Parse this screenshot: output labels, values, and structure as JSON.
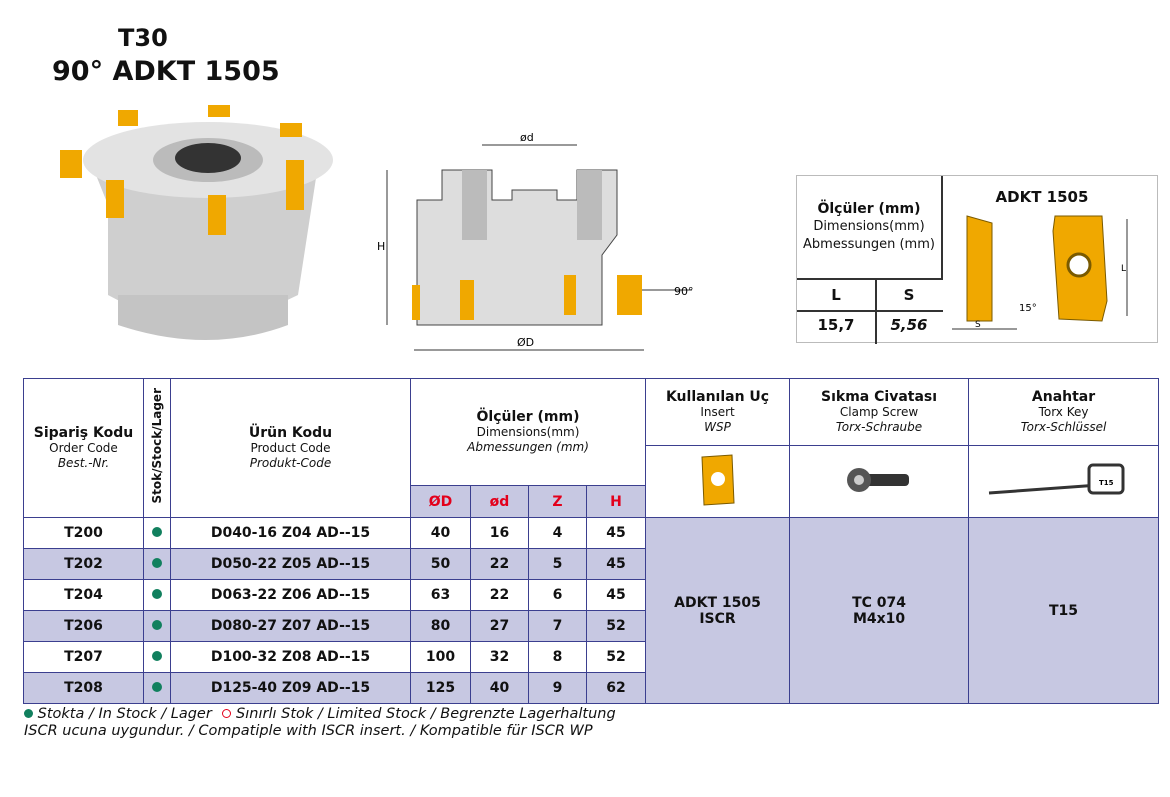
{
  "title": {
    "line1": "T30",
    "line2": "90° ADKT 1505"
  },
  "drawing": {
    "d_label": "ød",
    "D_label": "ØD",
    "H_label": "H",
    "angle_label": "90°"
  },
  "insert_dims": {
    "heading": "Ölçüler (mm)",
    "heading_en": "Dimensions(mm)",
    "heading_de": "Abmessungen (mm)",
    "insert_name": "ADKT 1505",
    "col_L": "L",
    "col_S": "S",
    "val_L": "15,7",
    "val_S": "5,56",
    "angle": "15°",
    "s_mark": "S",
    "l_mark": "L"
  },
  "table": {
    "order_code": {
      "tr": "Sipariş Kodu",
      "en": "Order Code",
      "de": "Best.-Nr."
    },
    "stock": "Stok/Stock/Lager",
    "product_code": {
      "tr": "Ürün Kodu",
      "en": "Product Code",
      "de": "Produkt-Code"
    },
    "dims": {
      "tr": "Ölçüler (mm)",
      "en": "Dimensions(mm)",
      "de": "Abmessungen (mm)"
    },
    "dim_cols": [
      "ØD",
      "ød",
      "Z",
      "H"
    ],
    "insert": {
      "tr": "Kullanılan Uç",
      "en": "Insert",
      "de": "WSP"
    },
    "screw": {
      "tr": "Sıkma Civatası",
      "en": "Clamp Screw",
      "de": "Torx-Schraube"
    },
    "key": {
      "tr": "Anahtar",
      "en": "Torx Key",
      "de": "Torx-Schlüssel",
      "tag": "T15"
    },
    "rows": [
      {
        "order": "T200",
        "product": "D040-16 Z04 AD--15",
        "D": "40",
        "d": "16",
        "Z": "4",
        "H": "45"
      },
      {
        "order": "T202",
        "product": "D050-22 Z05 AD--15",
        "D": "50",
        "d": "22",
        "Z": "5",
        "H": "45"
      },
      {
        "order": "T204",
        "product": "D063-22 Z06 AD--15",
        "D": "63",
        "d": "22",
        "Z": "6",
        "H": "45"
      },
      {
        "order": "T206",
        "product": "D080-27 Z07 AD--15",
        "D": "80",
        "d": "27",
        "Z": "7",
        "H": "52"
      },
      {
        "order": "T207",
        "product": "D100-32 Z08 AD--15",
        "D": "100",
        "d": "32",
        "Z": "8",
        "H": "52"
      },
      {
        "order": "T208",
        "product": "D125-40 Z09 AD--15",
        "D": "125",
        "d": "40",
        "Z": "9",
        "H": "62"
      }
    ],
    "insert_value": {
      "l1": "ADKT 1505",
      "l2": "ISCR"
    },
    "screw_value": {
      "l1": "TC 074",
      "l2": "M4x10"
    },
    "key_value": "T15"
  },
  "footer": {
    "in_stock": "Stokta / In Stock / Lager",
    "limited": "Sınırlı Stok / Limited Stock / Begrenzte Lagerhaltung",
    "note": "ISCR ucuna uygundur. / Compatiple with ISCR insert. / Kompatible für ISCR WP"
  },
  "colors": {
    "accent": "#3b3f8f",
    "row_alt": "#c7c8e2",
    "stock_green": "#11805e",
    "red": "#e3001b",
    "insert_gold": "#f0a800"
  }
}
